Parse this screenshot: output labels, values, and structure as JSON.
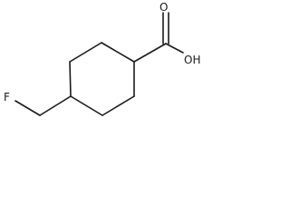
{
  "molecule": {
    "atoms": {
      "fluorine": "F",
      "carbonyl_oxygen": "O",
      "hydroxyl": "OH"
    }
  }
}
